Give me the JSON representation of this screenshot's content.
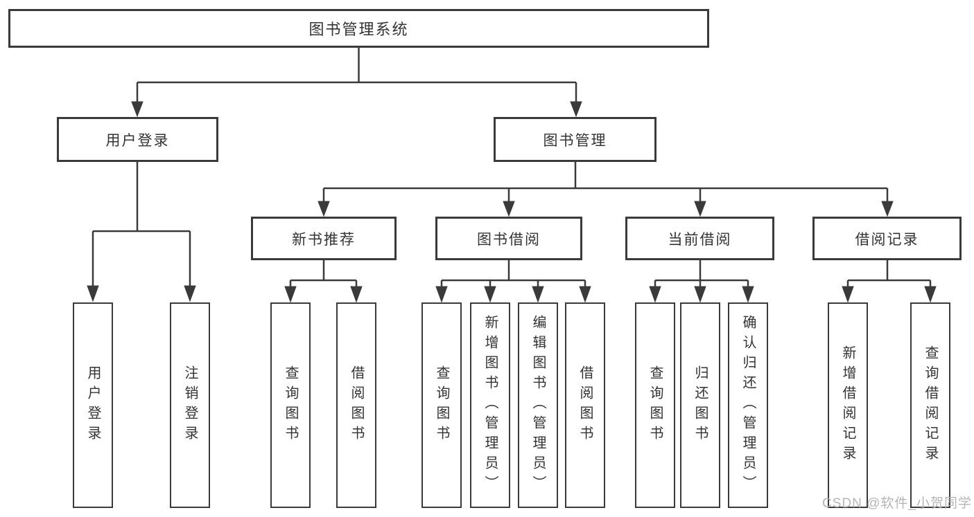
{
  "root": {
    "label": "图书管理系统"
  },
  "branches": {
    "user_login": {
      "label": "用户登录",
      "children": [
        "用户登录",
        "注销登录"
      ]
    },
    "book_management": {
      "label": "图书管理",
      "sections": {
        "new_book_recommend": {
          "label": "新书推荐",
          "children": [
            "查询图书",
            "借阅图书"
          ]
        },
        "book_borrowing": {
          "label": "图书借阅",
          "children": [
            "查询图书",
            "新增图书（管理员）",
            "编辑图书（管理员）",
            "借阅图书"
          ]
        },
        "current_borrowing": {
          "label": "当前借阅",
          "children": [
            "查询图书",
            "归还图书",
            "确认归还（管理员）"
          ]
        },
        "borrowing_records": {
          "label": "借阅记录",
          "children": [
            "新增借阅记录",
            "查询借阅记录"
          ]
        }
      }
    }
  },
  "watermark": {
    "text": "CSDN @软件_小贺同学",
    "color": "#b5b5b5"
  },
  "colors": {
    "line": "#3a3a3a",
    "text": "#333333",
    "background": "#ffffff"
  }
}
